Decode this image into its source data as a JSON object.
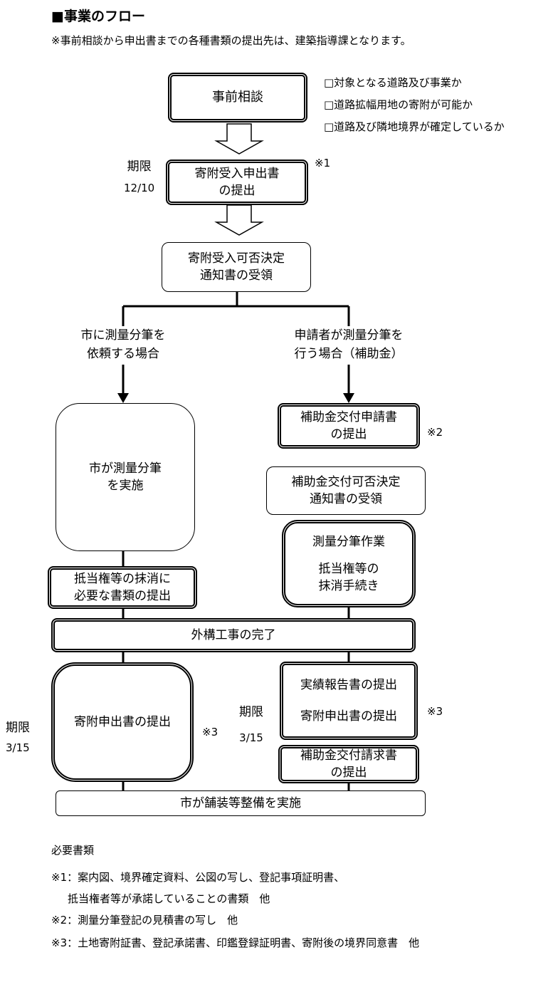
{
  "header": {
    "title": "■事業のフロー",
    "note": "※事前相談から申出書までの各種書類の提出先は、建築指導課となります。"
  },
  "flow": {
    "consult": "事前相談",
    "checklist": [
      "□対象となる道路及び事業か",
      "□道路拡幅用地の寄附が可能か",
      "□道路及び隣地境界が確定しているか"
    ],
    "apply_line1": "寄附受入申出書",
    "apply_line2": "の提出",
    "apply_deadline_label": "期限",
    "apply_deadline_date": "12/10",
    "apply_note": "※1",
    "decision_line1": "寄附受入可否決定",
    "decision_line2": "通知書の受領",
    "left_branch_line1": "市に測量分筆を",
    "left_branch_line2": "依頼する場合",
    "right_branch_line1": "申請者が測量分筆を",
    "right_branch_line2": "行う場合（補助金）",
    "city_survey_line1": "市が測量分筆",
    "city_survey_line2": "を実施",
    "mortgage_docs_line1": "抵当権等の抹消に",
    "mortgage_docs_line2": "必要な書類の提出",
    "subsidy_apply_line1": "補助金交付申請書",
    "subsidy_apply_line2": "の提出",
    "subsidy_apply_note": "※2",
    "subsidy_decision_line1": "補助金交付可否決定",
    "subsidy_decision_line2": "通知書の受領",
    "survey_work_line1": "測量分筆作業",
    "survey_work_line2": "抵当権等の",
    "survey_work_line3": "抹消手続き",
    "exterior_done": "外構工事の完了",
    "donation_left": "寄附申出書の提出",
    "donation_left_note": "※3",
    "left_deadline_label": "期限",
    "left_deadline_date": "3/15",
    "report_line1": "実績報告書の提出",
    "report_line2": "寄附申出書の提出",
    "report_note": "※3",
    "right_deadline_label": "期限",
    "right_deadline_date": "3/15",
    "claim_line1": "補助金交付請求書",
    "claim_line2": "の提出",
    "paving": "市が舗装等整備を実施"
  },
  "footer": {
    "title": "必要書類",
    "note1_line1": "※1：案内図、境界確定資料、公図の写し、登記事項証明書、",
    "note1_line2": "抵当権者等が承諾していることの書類　他",
    "note2": "※2：測量分筆登記の見積書の写し　他",
    "note3": "※3：土地寄附証書、登記承諾書、印鑑登録証明書、寄附後の境界同意書　他"
  }
}
